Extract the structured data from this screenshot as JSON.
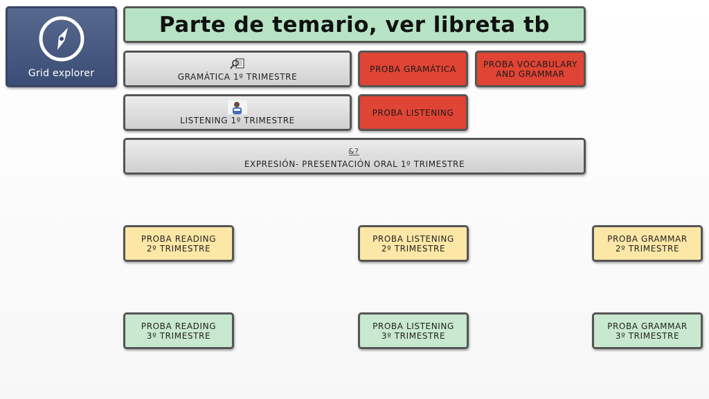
{
  "nav": {
    "label": "Grid explorer",
    "icon": "compass-icon"
  },
  "title": "Parte de temario, ver libreta tb",
  "cells": {
    "gramatica": {
      "label": "Gramática 1º trimestre",
      "icon": "magnifier-book-icon"
    },
    "proba_gramatica": {
      "label": "Proba gramática",
      "color": "#e04434"
    },
    "proba_vocab": {
      "label": "Proba vocabulary and grammar",
      "color": "#e04434"
    },
    "listening": {
      "label": "Listening 1º trimestre",
      "icon": "listening-child-icon"
    },
    "proba_listening": {
      "label": "Proba listening",
      "color": "#e04434"
    },
    "expresion": {
      "label": "Expresión- presentación oral 1º trimestre",
      "icon": "speech-symbols-icon"
    },
    "reading_2": {
      "line1": "Proba reading",
      "line2": "2º trimestre",
      "color": "#fde7a6"
    },
    "listening_2": {
      "line1": "Proba listening",
      "line2": "2º trimestre",
      "color": "#fde7a6"
    },
    "grammar_2": {
      "line1": "Proba grammar",
      "line2": "2º trimestre",
      "color": "#fde7a6"
    },
    "reading_3": {
      "line1": "Proba reading",
      "line2": "3º trimestre",
      "color": "#c8e8cf"
    },
    "listening_3": {
      "line1": "Proba listening",
      "line2": "3º trimestre",
      "color": "#c8e8cf"
    },
    "grammar_3": {
      "line1": "Proba grammar",
      "line2": "3º trimestre",
      "color": "#c8e8cf"
    }
  }
}
